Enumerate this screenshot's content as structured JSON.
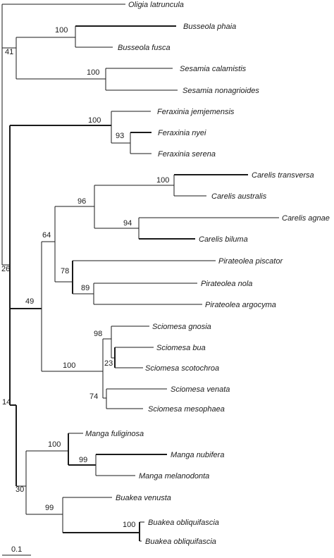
{
  "taxa": [
    "Oligia latruncula",
    "Busseola phaia",
    "Busseola fusca",
    "Sesamia calamistis",
    "Sesamia nonagrioides",
    "Feraxinia jemjemensis",
    "Feraxinia nyei",
    "Feraxinia serena",
    "Carelis transversa",
    "Carelis australis",
    "Carelis agnae",
    "Carelis biluma",
    "Pirateolea piscator",
    "Pirateolea nola",
    "Pirateolea argocyma",
    "Sciomesa gnosia",
    "Sciomesa bua",
    "Sciomesa scotochroa",
    "Sciomesa venata",
    "Sciomesa mesophaea",
    "Manga fuliginosa",
    "Manga nubifera",
    "Manga melanodonta",
    "Buakea venusta",
    "Buakea obliquifascia",
    "Buakea obliquifascia"
  ],
  "support_values": {
    "busseola": "100",
    "busseola_sesamia": "41",
    "sesamia": "100",
    "feraxinia": "100",
    "feraxinia_inner": "93",
    "carelis_a": "100",
    "carelis_b": "94",
    "carelis": "96",
    "carelis_pirateolea": "64",
    "pirateolea": "78",
    "pirateolea_inner": "89",
    "sciomesa_a": "98",
    "sciomesa_inner": "23",
    "sciomesa": "100",
    "sciomesa_b": "74",
    "ingroup_upper": "49",
    "outer_root": "26",
    "manga": "100",
    "manga_inner": "99",
    "buakea": "99",
    "buakea_inner": "100",
    "manga_buakea": "30",
    "ingroup": "14"
  },
  "scale_bar": {
    "label": "0.1"
  }
}
